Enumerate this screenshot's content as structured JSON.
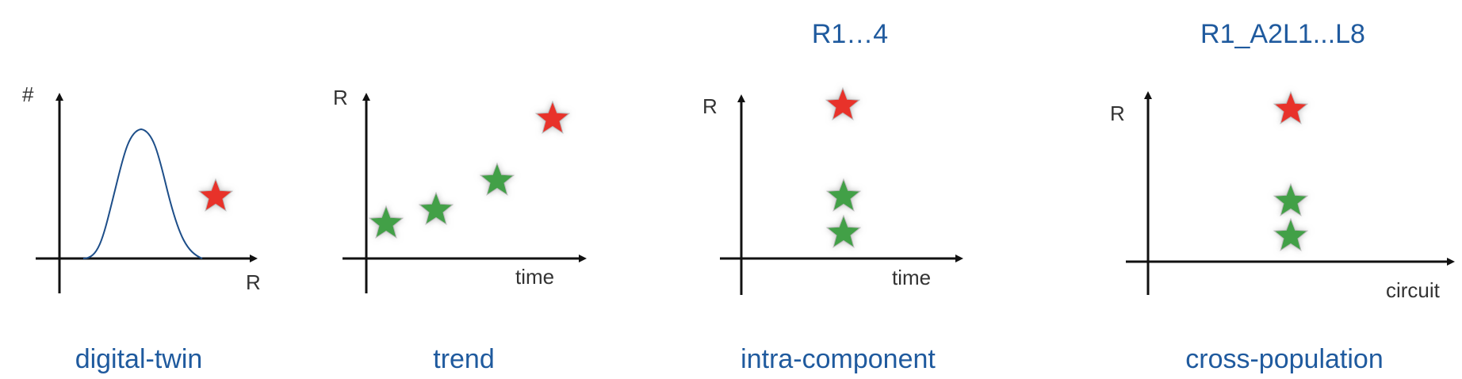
{
  "colors": {
    "caption": "#1f5a9e",
    "curve": "#1d4e89",
    "axis": "#111111",
    "label": "#333333",
    "star_outlier": "#e8302a",
    "star_normal": "#43a047"
  },
  "panels": [
    {
      "caption": "digital-twin",
      "header": "",
      "y_label": "#",
      "x_label": "R",
      "stars": [
        {
          "kind": "outlier",
          "icon": "star-icon"
        }
      ]
    },
    {
      "caption": "trend",
      "header": "",
      "y_label": "R",
      "x_label": "time",
      "stars": [
        {
          "kind": "normal",
          "icon": "star-icon"
        },
        {
          "kind": "normal",
          "icon": "star-icon"
        },
        {
          "kind": "normal",
          "icon": "star-icon"
        },
        {
          "kind": "outlier",
          "icon": "star-icon"
        }
      ]
    },
    {
      "caption": "intra-component",
      "header": "R1…4",
      "y_label": "R",
      "x_label": "time",
      "stars": [
        {
          "kind": "outlier",
          "icon": "star-icon"
        },
        {
          "kind": "normal",
          "icon": "star-icon"
        },
        {
          "kind": "normal",
          "icon": "star-icon"
        }
      ]
    },
    {
      "caption": "cross-population",
      "header": "R1_A2L1...L8",
      "y_label": "R",
      "x_label": "circuit",
      "stars": [
        {
          "kind": "outlier",
          "icon": "star-icon"
        },
        {
          "kind": "normal",
          "icon": "star-icon"
        },
        {
          "kind": "normal",
          "icon": "star-icon"
        }
      ]
    }
  ]
}
